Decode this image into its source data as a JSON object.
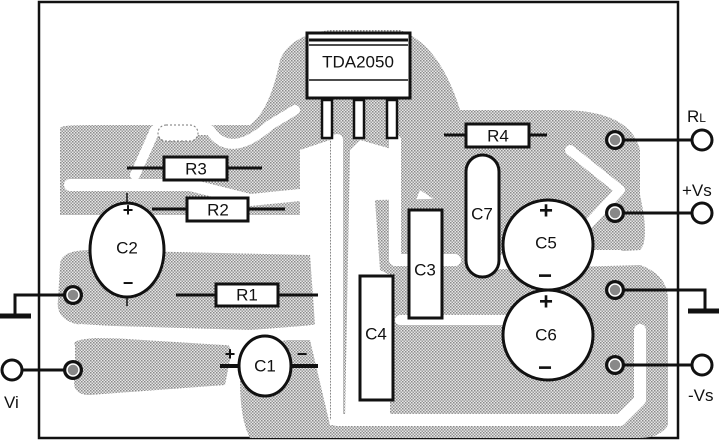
{
  "board": {
    "ic": {
      "label": "TDA2050"
    },
    "resistors": [
      {
        "id": "r1",
        "label": "R1"
      },
      {
        "id": "r2",
        "label": "R2"
      },
      {
        "id": "r3",
        "label": "R3"
      },
      {
        "id": "r4",
        "label": "R4"
      }
    ],
    "capacitors": [
      {
        "id": "c1",
        "label": "C1"
      },
      {
        "id": "c2",
        "label": "C2"
      },
      {
        "id": "c3",
        "label": "C3"
      },
      {
        "id": "c4",
        "label": "C4"
      },
      {
        "id": "c5",
        "label": "C5"
      },
      {
        "id": "c6",
        "label": "C6"
      },
      {
        "id": "c7",
        "label": "C7"
      }
    ],
    "polarity": {
      "plus": "+",
      "minus": "−"
    }
  },
  "terminals": {
    "rl": "R",
    "rl_sub": "L",
    "plus_vs": "+Vs",
    "minus_vs": "-Vs",
    "vi": "Vi"
  },
  "colors": {
    "copper": "#bdbdbd",
    "ink": "#111111"
  }
}
